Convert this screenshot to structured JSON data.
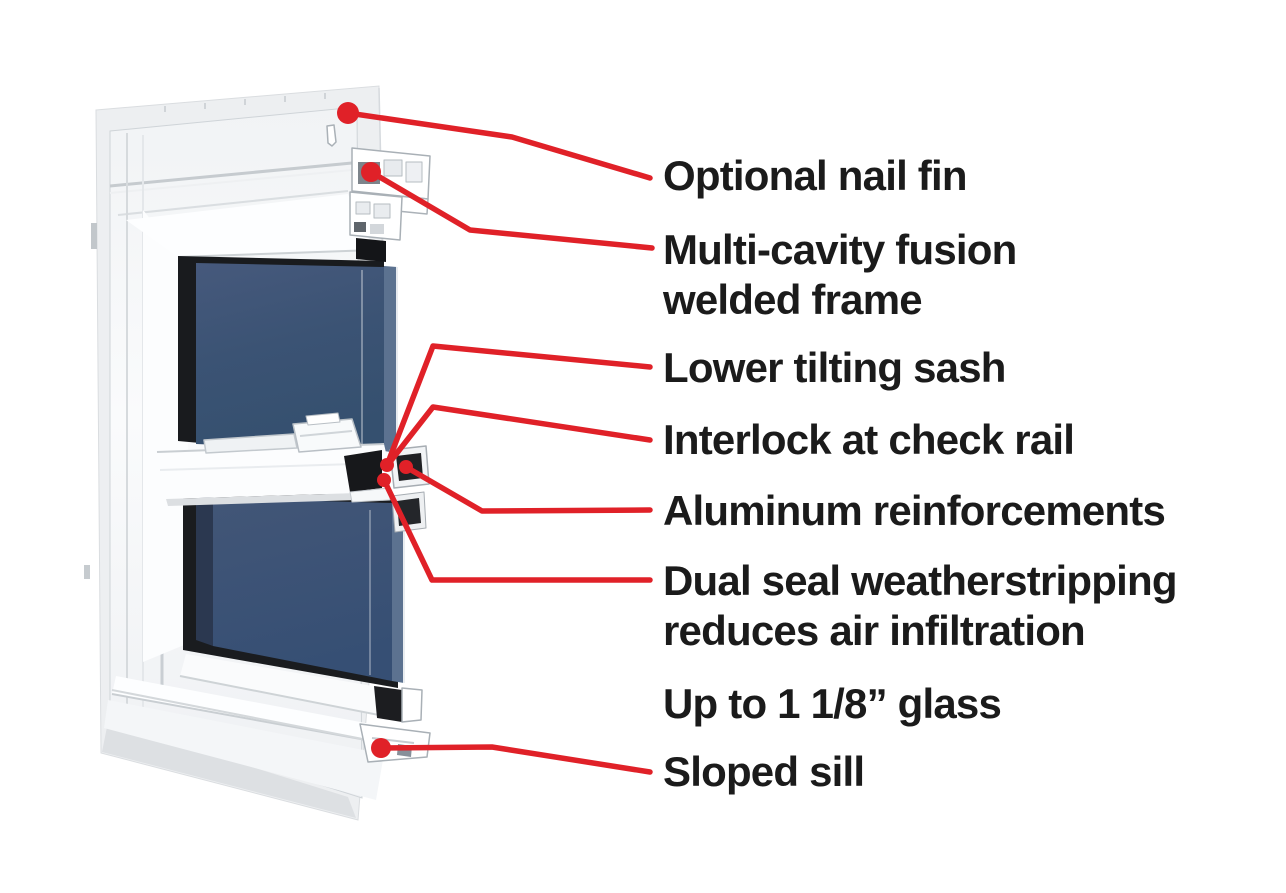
{
  "figure": {
    "type": "annotated-diagram",
    "subject": "Double-hung vinyl window cutaway cross-section",
    "background_color": "#ffffff",
    "accent_red": "#e02128",
    "glass_color": "#3b5374",
    "frame_color": "#f6f8f9",
    "labels": [
      {
        "id": "optional-nail-fin",
        "text": "Optional nail fin"
      },
      {
        "id": "multi-cavity-frame",
        "text": "Multi-cavity fusion\nwelded frame"
      },
      {
        "id": "lower-tilting-sash",
        "text": "Lower tilting sash"
      },
      {
        "id": "interlock-check-rail",
        "text": "Interlock at check rail"
      },
      {
        "id": "aluminum-reinforcements",
        "text": "Aluminum reinforcements"
      },
      {
        "id": "dual-seal-weatherstripping",
        "text": "Dual seal weatherstripping\nreduces air infiltration"
      },
      {
        "id": "glass-thickness",
        "text": "Up to 1 1/8” glass"
      },
      {
        "id": "sloped-sill",
        "text": "Sloped sill"
      }
    ]
  }
}
